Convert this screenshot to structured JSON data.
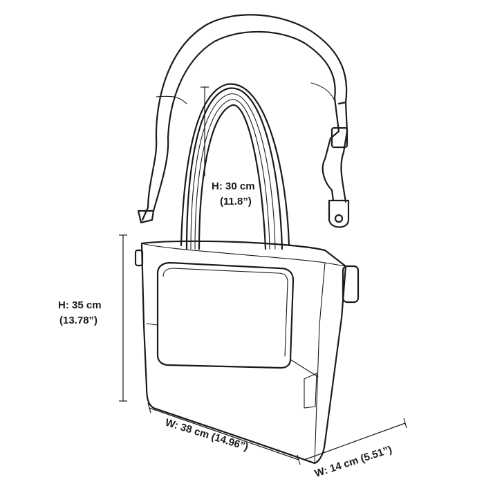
{
  "labels": {
    "handle_height": "H: 30 cm",
    "handle_height_in": "(11.8”)",
    "bag_height": "H: 35 cm",
    "bag_height_in": "(13.78”)",
    "bag_width": "W: 38 cm (14.96”)",
    "bag_depth": "W: 14 cm (5.51”)"
  },
  "colors": {
    "line": "#1a1a1a",
    "background": "#ffffff"
  }
}
